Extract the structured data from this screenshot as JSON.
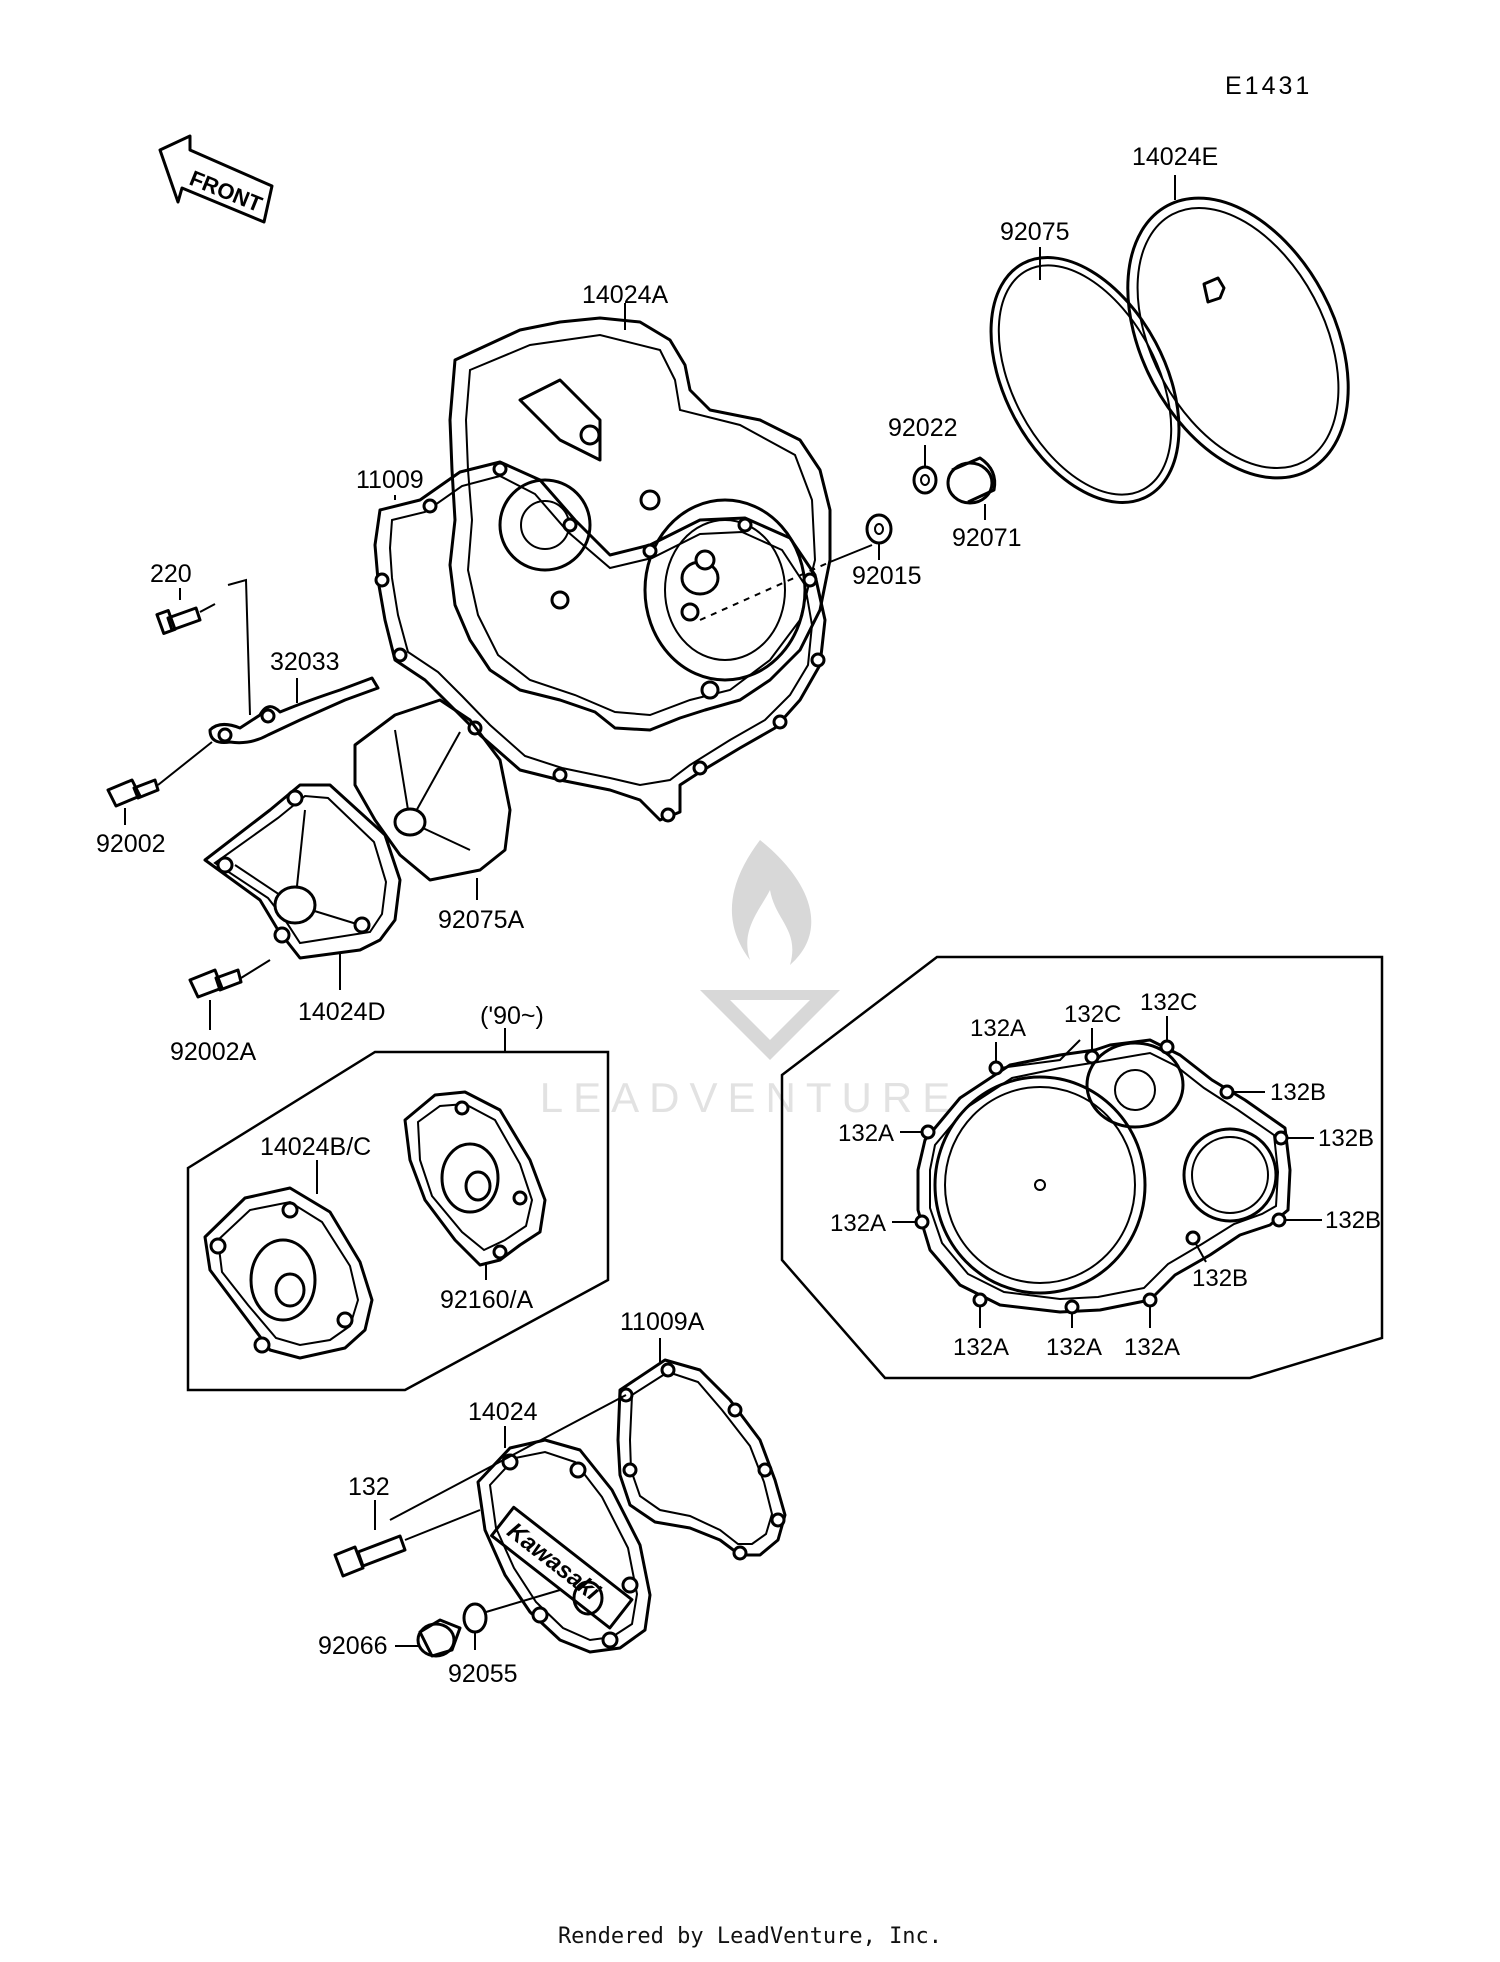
{
  "diagram_code": "E1431",
  "front_label": "FRONT",
  "callouts": {
    "p14024E": "14024E",
    "p92075": "92075",
    "p14024A": "14024A",
    "p11009": "11009",
    "p92022": "92022",
    "p92071": "92071",
    "p92015": "92015",
    "p220": "220",
    "p32033": "32033",
    "p92002": "92002",
    "p92075A": "92075A",
    "p92002A": "92002A",
    "p14024D": "14024D",
    "p90_note": "('90~)",
    "p14024BC": "14024B/C",
    "p92160A": "92160/A",
    "p11009A": "11009A",
    "p14024": "14024",
    "p132": "132",
    "p92066": "92066",
    "p92055": "92055",
    "bolt_132A": "132A",
    "bolt_132B": "132B",
    "bolt_132C": "132C"
  },
  "cover_brand": "Kawasaki",
  "watermark_text": "LEADVENTURE",
  "footer_text": "Rendered by LeadVenture, Inc."
}
